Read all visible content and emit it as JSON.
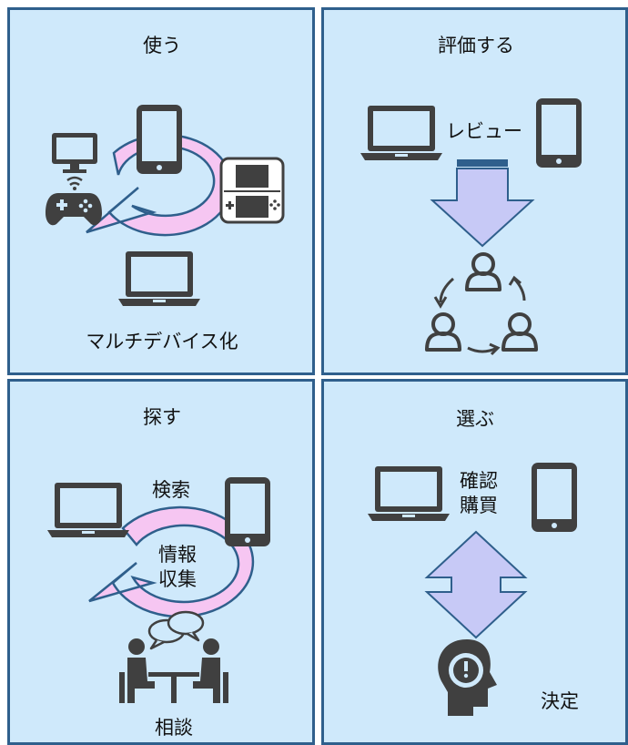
{
  "panels": {
    "use": {
      "title": "使う",
      "caption": "マルチデバイス化"
    },
    "review": {
      "title": "評価する",
      "label": "レビュー"
    },
    "search": {
      "title": "探す",
      "top_label": "検索",
      "center_label_1": "情報",
      "center_label_2": "収集",
      "bottom_label": "相談"
    },
    "choose": {
      "title": "選ぶ",
      "label_1": "確認",
      "label_2": "購買",
      "decision_label": "決定"
    }
  },
  "colors": {
    "panel_fill": "#cfe9fb",
    "panel_border": "#2f5f8c",
    "icon": "#404040",
    "cycle_fill": "#f6c6f2",
    "arrow_fill": "#c7c9f6",
    "arrow_stroke": "#2f5f8c"
  }
}
